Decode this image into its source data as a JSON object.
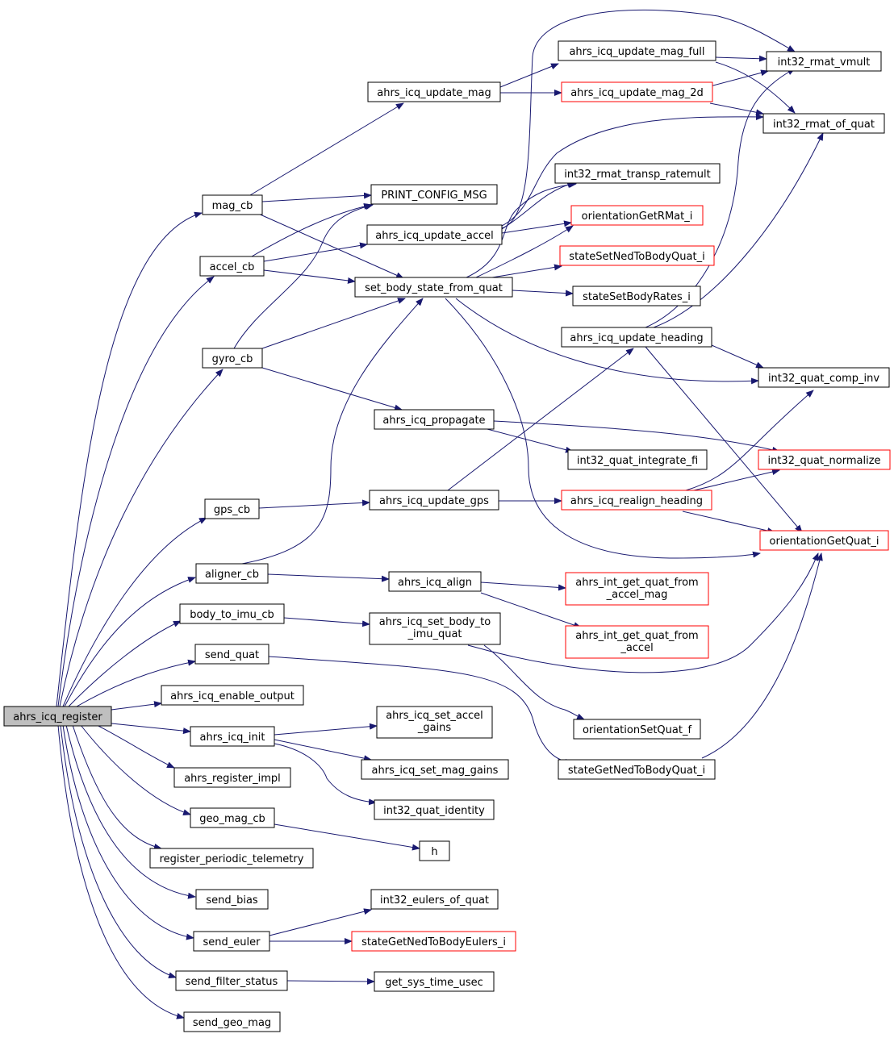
{
  "nodes": {
    "ahrs_icq_register": "ahrs_icq_register",
    "mag_cb": "mag_cb",
    "accel_cb": "accel_cb",
    "gyro_cb": "gyro_cb",
    "gps_cb": "gps_cb",
    "aligner_cb": "aligner_cb",
    "body_to_imu_cb": "body_to_imu_cb",
    "send_quat": "send_quat",
    "ahrs_icq_enable_output": "ahrs_icq_enable_output",
    "ahrs_icq_init": "ahrs_icq_init",
    "ahrs_register_impl": "ahrs_register_impl",
    "geo_mag_cb": "geo_mag_cb",
    "register_periodic_telemetry": "register_periodic_telemetry",
    "send_bias": "send_bias",
    "send_euler": "send_euler",
    "send_filter_status": "send_filter_status",
    "send_geo_mag": "send_geo_mag",
    "ahrs_icq_update_mag": "ahrs_icq_update_mag",
    "print_config_msg": "PRINT_CONFIG_MSG",
    "ahrs_icq_update_accel": "ahrs_icq_update_accel",
    "set_body_state_from_quat": "set_body_state_from_quat",
    "ahrs_icq_propagate": "ahrs_icq_propagate",
    "ahrs_icq_update_gps": "ahrs_icq_update_gps",
    "ahrs_icq_align": "ahrs_icq_align",
    "ahrs_icq_set_body_to_imu_quat_1": "ahrs_icq_set_body_to",
    "ahrs_icq_set_body_to_imu_quat_2": "_imu_quat",
    "ahrs_icq_set_accel_gains_1": "ahrs_icq_set_accel",
    "ahrs_icq_set_accel_gains_2": "_gains",
    "ahrs_icq_set_mag_gains": "ahrs_icq_set_mag_gains",
    "int32_quat_identity": "int32_quat_identity",
    "h": "h",
    "int32_eulers_of_quat": "int32_eulers_of_quat",
    "stateGetNedToBodyEulers_i": "stateGetNedToBodyEulers_i",
    "get_sys_time_usec": "get_sys_time_usec",
    "ahrs_icq_update_mag_full": "ahrs_icq_update_mag_full",
    "ahrs_icq_update_mag_2d": "ahrs_icq_update_mag_2d",
    "int32_rmat_transp_ratemult": "int32_rmat_transp_ratemult",
    "orientationGetRMat_i": "orientationGetRMat_i",
    "stateSetNedToBodyQuat_i": "stateSetNedToBodyQuat_i",
    "stateSetBodyRates_i": "stateSetBodyRates_i",
    "ahrs_icq_update_heading": "ahrs_icq_update_heading",
    "int32_quat_integrate_fi": "int32_quat_integrate_fi",
    "ahrs_icq_realign_heading": "ahrs_icq_realign_heading",
    "ahrs_int_get_quat_from_accel_mag_1": "ahrs_int_get_quat_from",
    "ahrs_int_get_quat_from_accel_mag_2": "_accel_mag",
    "ahrs_int_get_quat_from_accel_1": "ahrs_int_get_quat_from",
    "ahrs_int_get_quat_from_accel_2": "_accel",
    "orientationSetQuat_f": "orientationSetQuat_f",
    "stateGetNedToBodyQuat_i": "stateGetNedToBodyQuat_i",
    "int32_rmat_vmult": "int32_rmat_vmult",
    "int32_rmat_of_quat": "int32_rmat_of_quat",
    "int32_quat_comp_inv": "int32_quat_comp_inv",
    "int32_quat_normalize": "int32_quat_normalize",
    "orientationGetQuat_i": "orientationGetQuat_i"
  },
  "colors": {
    "edge": "#191970",
    "root_fill": "#bfbfbf",
    "external_border": "#ff0000",
    "border": "#000000"
  }
}
